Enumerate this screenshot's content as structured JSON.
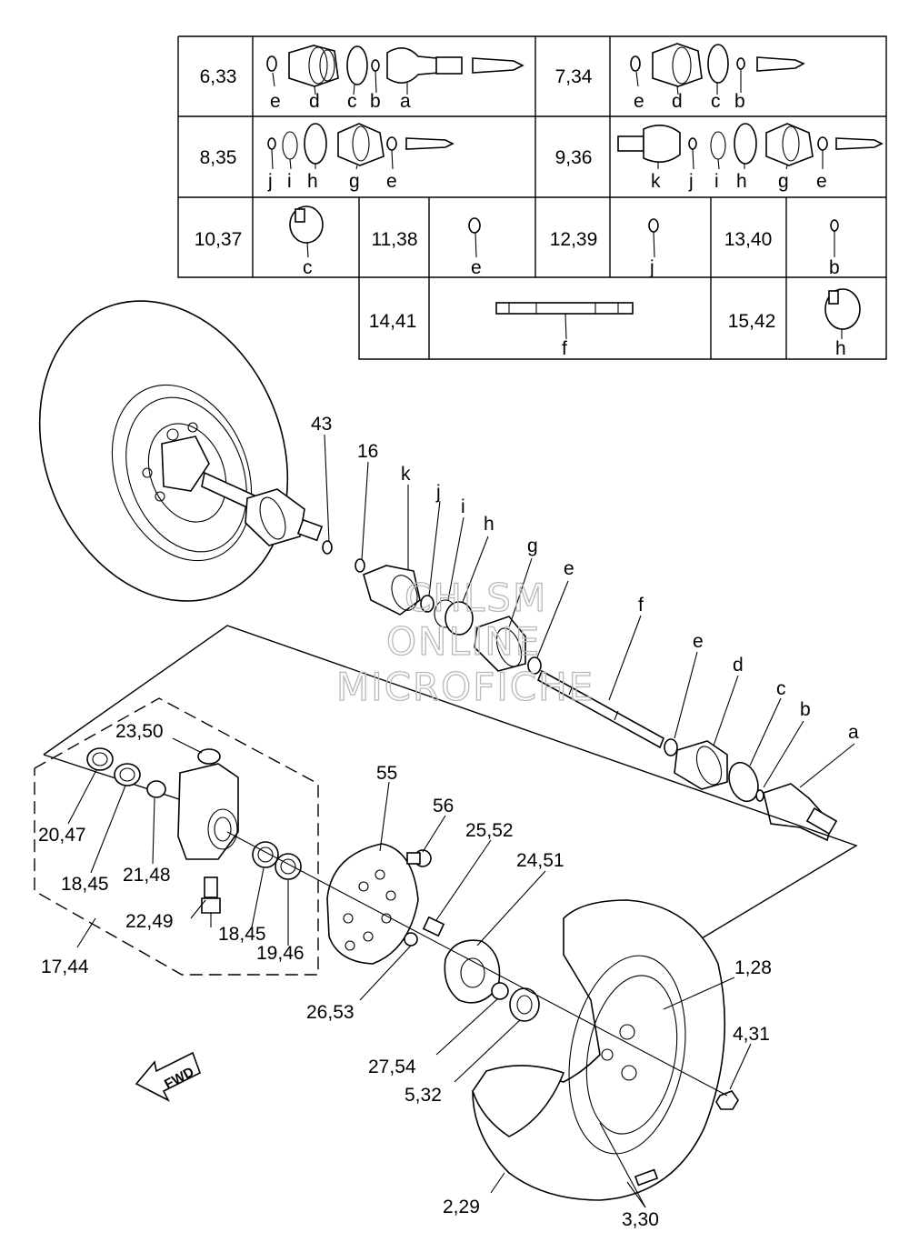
{
  "table": {
    "row1": {
      "c1": "6,33",
      "c2": "7,34",
      "c1_letters": [
        "e",
        "d",
        "c",
        "b",
        "a"
      ],
      "c2_letters": [
        "e",
        "d",
        "c",
        "b"
      ]
    },
    "row2": {
      "c1": "8,35",
      "c2": "9,36",
      "c1_letters": [
        "j",
        "i",
        "h",
        "g",
        "e"
      ],
      "c2_letters": [
        "k",
        "j",
        "i",
        "h",
        "g",
        "e"
      ]
    },
    "row3": {
      "c1": "10,37",
      "l1": "c",
      "c2": "11,38",
      "l2": "e",
      "c3": "12,39",
      "l3": "j",
      "c4": "13,40",
      "l4": "b"
    },
    "row4": {
      "c1": "14,41",
      "l1": "f",
      "c2": "15,42",
      "l2": "h"
    }
  },
  "callouts": {
    "n43": "43",
    "n16": "16",
    "k": "k",
    "j": "j",
    "i": "i",
    "h": "h",
    "g": "g",
    "e1": "e",
    "f": "f",
    "e2": "e",
    "d": "d",
    "c": "c",
    "b": "b",
    "a": "a",
    "n23_50": "23,50",
    "n55": "55",
    "n56": "56",
    "n25_52": "25,52",
    "n24_51": "24,51",
    "n20_47": "20,47",
    "n18_45a": "18,45",
    "n21_48": "21,48",
    "n22_49": "22,49",
    "n18_45b": "18,45",
    "n19_46": "19,46",
    "n17_44": "17,44",
    "n1_28": "1,28",
    "n26_53": "26,53",
    "n4_31": "4,31",
    "n27_54": "27,54",
    "n5_32": "5,32",
    "n2_29": "2,29",
    "n3_30": "3,30"
  },
  "fwd_label": "FWD",
  "watermark": {
    "line1": "CHLSM",
    "line2": "ONLINE",
    "line3": "MICROFICHE"
  }
}
